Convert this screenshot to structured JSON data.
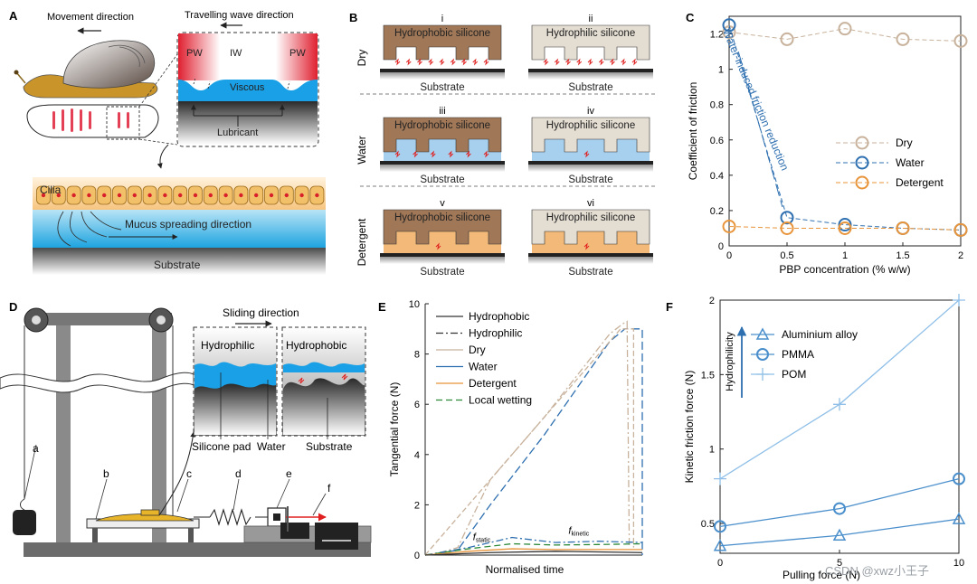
{
  "panels": {
    "A": {
      "label": "A",
      "movement": "Movement direction",
      "travelling": "Travelling wave direction",
      "pw_left": "PW",
      "iw": "IW",
      "pw_right": "PW",
      "viscous": "Viscous",
      "lubricant": "Lubricant",
      "cilia": "Cilia",
      "mucus": "Mucus spreading direction",
      "substrate": "Substrate"
    },
    "B": {
      "label": "B",
      "rows": [
        {
          "label": "Dry",
          "cells": [
            {
              "num": "i",
              "title": "Hydrophobic silicone",
              "substrate": "Substrate"
            },
            {
              "num": "ii",
              "title": "Hydrophilic silicone",
              "substrate": "Substrate"
            }
          ]
        },
        {
          "label": "Water",
          "cells": [
            {
              "num": "iii",
              "title": "Hydrophobic silicone",
              "substrate": "Substrate"
            },
            {
              "num": "iv",
              "title": "Hydrophilic silicone",
              "substrate": "Substrate"
            }
          ]
        },
        {
          "label": "Detergent",
          "cells": [
            {
              "num": "v",
              "title": "Hydrophobic silicone",
              "substrate": "Substrate"
            },
            {
              "num": "vi",
              "title": "Hydrophilic silicone",
              "substrate": "Substrate"
            }
          ]
        }
      ]
    },
    "D": {
      "label": "D",
      "sliding": "Sliding direction",
      "hydrophilic": "Hydrophilic",
      "hydrophobic": "Hydrophobic",
      "silicone_pad": "Silicone pad",
      "water": "Water",
      "substrate": "Substrate",
      "a": "a",
      "b": "b",
      "c": "c",
      "d": "d",
      "e": "e",
      "f": "f"
    },
    "watermark": "CSDN @xwz小王子"
  },
  "chart_data": [
    {
      "id": "C",
      "label": "C",
      "type": "scatter",
      "xlabel": "PBP concentration (% w/w)",
      "ylabel": "Coefficient of friction",
      "xlim": [
        0,
        2
      ],
      "ylim": [
        0,
        1.3
      ],
      "xticks": [
        "0",
        "0.5",
        "1",
        "1.5",
        "2"
      ],
      "yticks": [
        "0",
        "0.2",
        "0.4",
        "0.6",
        "0.8",
        "1",
        "1.2"
      ],
      "annotation": "Water-induced friction reduction",
      "legend_position": "right",
      "series": [
        {
          "name": "Dry",
          "color": "#c8b29c",
          "x": [
            0,
            0.5,
            1,
            1.5,
            2
          ],
          "values": [
            1.21,
            1.17,
            1.23,
            1.17,
            1.16
          ]
        },
        {
          "name": "Water",
          "color": "#2e6fb0",
          "x": [
            0,
            0.5,
            1,
            1.5,
            2
          ],
          "values": [
            1.25,
            0.16,
            0.12,
            0.1,
            0.09
          ]
        },
        {
          "name": "Detergent",
          "color": "#e8943a",
          "x": [
            0,
            0.5,
            1,
            1.5,
            2
          ],
          "values": [
            0.11,
            0.1,
            0.1,
            0.1,
            0.09
          ]
        }
      ]
    },
    {
      "id": "E",
      "label": "E",
      "type": "line",
      "xlabel": "Normalised time",
      "ylabel": "Tangential force (N)",
      "ylim": [
        0,
        10
      ],
      "yticks": [
        "0",
        "2",
        "4",
        "6",
        "8",
        "10"
      ],
      "legend_position": "top-left",
      "legend": [
        {
          "name": "Hydrophobic",
          "color": "#333333",
          "dash": ""
        },
        {
          "name": "Hydrophilic",
          "color": "#333333",
          "dash": "8,3,2,3"
        },
        {
          "name": "Dry",
          "color": "#c8b29c",
          "dash": ""
        },
        {
          "name": "Water",
          "color": "#2e6fb0",
          "dash": ""
        },
        {
          "name": "Detergent",
          "color": "#e8943a",
          "dash": ""
        },
        {
          "name": "Local wetting",
          "color": "#2e8b3a",
          "dash": "7,4"
        }
      ],
      "f_static": {
        "base": "f",
        "sub": "static"
      },
      "f_kinetic": {
        "base": "f",
        "sub": "kinetic"
      },
      "curves": [
        {
          "color": "#c8b29c",
          "dash": "8,3,2,3",
          "x": [
            0,
            0.05,
            0.15,
            0.3,
            0.55,
            0.85,
            0.91,
            0.93,
            0.94,
            0.94
          ],
          "y": [
            0,
            0.05,
            0.3,
            3.0,
            5.5,
            8.8,
            9.2,
            9.3,
            0.45,
            0.4
          ]
        },
        {
          "color": "#2e6fb0",
          "dash": "9,4",
          "x": [
            0,
            0.05,
            0.15,
            0.3,
            0.55,
            0.85,
            0.92,
            0.95,
            1.0,
            1.0
          ],
          "y": [
            0,
            0.05,
            0.2,
            2.0,
            4.8,
            8.5,
            9.0,
            9.0,
            9.0,
            0.0
          ]
        },
        {
          "color": "#c8b29c",
          "dash": "6,3",
          "x": [
            0,
            0.9,
            0.93,
            0.96,
            0.96
          ],
          "y": [
            0,
            9.0,
            9.0,
            9.0,
            0.3
          ]
        },
        {
          "color": "#2e6fb0",
          "dash": "8,3,2,3",
          "x": [
            0,
            0.2,
            0.4,
            0.6,
            0.8,
            1.0
          ],
          "y": [
            0,
            0.3,
            0.7,
            0.5,
            0.55,
            0.5
          ]
        },
        {
          "color": "#2e8b3a",
          "dash": "7,4",
          "x": [
            0,
            0.2,
            0.4,
            0.6,
            0.8,
            1.0
          ],
          "y": [
            0,
            0.25,
            0.45,
            0.4,
            0.42,
            0.45
          ]
        },
        {
          "color": "#e8943a",
          "dash": "",
          "x": [
            0,
            0.2,
            0.4,
            0.6,
            0.8,
            1.0
          ],
          "y": [
            0,
            0.15,
            0.25,
            0.22,
            0.22,
            0.22
          ]
        },
        {
          "color": "#333333",
          "dash": "",
          "x": [
            0,
            0.3,
            0.6,
            1.0
          ],
          "y": [
            0,
            0.1,
            0.15,
            0.1
          ]
        }
      ]
    },
    {
      "id": "F",
      "label": "F",
      "type": "line",
      "xlabel": "Pulling force (N)",
      "ylabel": "Kinetic friction force (N)",
      "xlim": [
        0,
        10
      ],
      "ylim": [
        0.3,
        2
      ],
      "xticks": [
        "0",
        "5",
        "10"
      ],
      "yticks": [
        "0.5",
        "1",
        "1.5",
        "2"
      ],
      "arrow_label": "Hydrophilicity",
      "legend_position": "top-left",
      "series": [
        {
          "name": "Aluminium alloy",
          "marker": "triangle",
          "color": "#4a8fcc",
          "x": [
            0,
            5,
            10
          ],
          "values": [
            0.35,
            0.42,
            0.53
          ]
        },
        {
          "name": "PMMA",
          "marker": "circle",
          "color": "#4a8fcc",
          "x": [
            0,
            5,
            10
          ],
          "values": [
            0.48,
            0.6,
            0.8
          ]
        },
        {
          "name": "POM",
          "marker": "plus",
          "color": "#8fbfe8",
          "x": [
            0,
            5,
            10
          ],
          "values": [
            0.8,
            1.3,
            2.0
          ]
        }
      ]
    }
  ]
}
